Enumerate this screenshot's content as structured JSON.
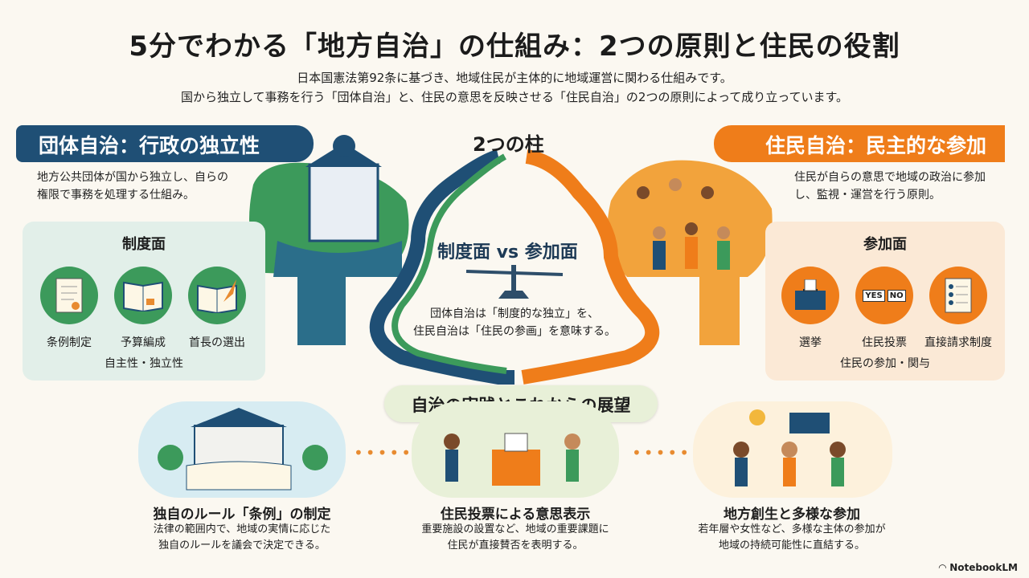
{
  "title": "5分でわかる「地方自治」の仕組み：2つの原則と住民の役割",
  "subtitle_lines": [
    "日本国憲法第92条に基づき、地域住民が主体的に地域運営に関わる仕組みです。",
    "国から独立して事務を行う「団体自治」と、住民の意思を反映させる「住民自治」の2つの原則によって成り立っています。"
  ],
  "left": {
    "banner": "団体自治：行政の独立性",
    "desc_lines": [
      "地方公共団体が国から独立し、自らの",
      "権限で事務を処理する仕組み。"
    ],
    "panel_title": "制度面",
    "items": [
      {
        "label": "条例制定",
        "icon": "document-icon"
      },
      {
        "label": "予算編成",
        "icon": "book-icon"
      },
      {
        "label": "首長の選出",
        "icon": "quill-book-icon"
      }
    ],
    "footer": "自主性・独立性"
  },
  "right": {
    "banner": "住民自治：民主的な参加",
    "desc_lines": [
      "住民が自らの意思で地域の政治に参加",
      "し、監視・運営を行う原則。"
    ],
    "panel_title": "参加面",
    "items": [
      {
        "label": "選挙",
        "icon": "ballot-box-icon"
      },
      {
        "label": "住民投票",
        "icon": "yes-no-sign-icon"
      },
      {
        "label": "直接請求制度",
        "icon": "petition-icon"
      }
    ],
    "footer": "住民の参加・関与",
    "yes": "YES",
    "no": "NO"
  },
  "center": {
    "pillar_title": "2つの柱",
    "vs_text": "制度面 vs 参加面",
    "desc_lines": [
      "団体自治は「制度的な独立」を、",
      "住民自治は「住民の参画」を意味する。"
    ]
  },
  "future": {
    "banner": "自治の実践とこれからの展望",
    "cards": [
      {
        "title": "独自のルール「条例」の制定",
        "desc_lines": [
          "法律の範囲内で、地域の実情に応じた",
          "独自のルールを議会で決定できる。"
        ]
      },
      {
        "title": "住民投票による意思表示",
        "desc_lines": [
          "重要施設の設置など、地域の重要課題に",
          "住民が直接賛否を表明する。"
        ]
      },
      {
        "title": "地方創生と多様な参加",
        "desc_lines": [
          "若年層や女性など、多様な主体の参加が",
          "地域の持続可能性に直結する。"
        ]
      }
    ]
  },
  "logo": "NotebookLM",
  "colors": {
    "navy": "#1f4f75",
    "orange": "#ef7d1a",
    "green": "#3c9a5b"
  }
}
